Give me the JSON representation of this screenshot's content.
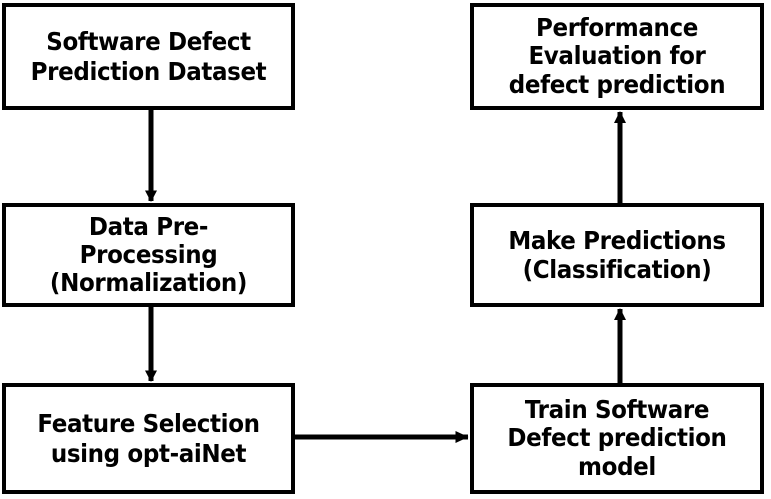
{
  "diagram": {
    "title": "Software defect prediction framework flowchart",
    "background_color": "#ffffff",
    "line_color": "#000000",
    "box_border_color": "#000000",
    "box_fill_color": "#ffffff"
  },
  "nodes": {
    "dataset": {
      "label": "Software Defect\nPrediction Dataset"
    },
    "preprocessing": {
      "label": "Data Pre-\nProcessing\n(Normalization)"
    },
    "feature": {
      "label": "Feature Selection\nusing opt-aiNet"
    },
    "train": {
      "label": "Train Software\nDefect prediction\nmodel"
    },
    "predictions": {
      "label": "Make Predictions\n(Classification)"
    },
    "performance": {
      "label": "Performance\nEvaluation for\ndefect prediction"
    }
  },
  "edges": [
    {
      "name": "dataset-to-preprocessing",
      "from": "dataset",
      "to": "preprocessing",
      "direction": "down"
    },
    {
      "name": "preprocessing-to-feature",
      "from": "preprocessing",
      "to": "feature",
      "direction": "down"
    },
    {
      "name": "feature-to-train",
      "from": "feature",
      "to": "train",
      "direction": "right"
    },
    {
      "name": "train-to-predictions",
      "from": "train",
      "to": "predictions",
      "direction": "up"
    },
    {
      "name": "predictions-to-performance",
      "from": "predictions",
      "to": "performance",
      "direction": "up"
    }
  ]
}
